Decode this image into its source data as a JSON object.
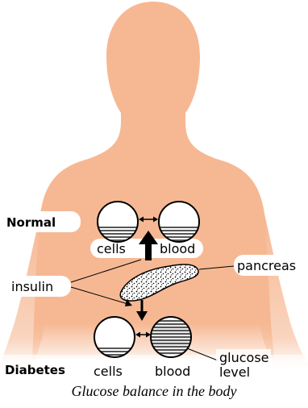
{
  "labels": {
    "normal": "Normal",
    "diabetes": "Diabetes",
    "cells_top": "cells",
    "blood_top": "blood",
    "cells_bottom": "cells",
    "blood_bottom": "blood",
    "insulin": "insulin",
    "pancreas": "pancreas",
    "glucose": "glucose",
    "level": "level"
  },
  "caption": "Glucose balance in the body",
  "colors": {
    "skin": "#f6b893",
    "outline": "#000000",
    "glucose_lines": "#555555",
    "container_bg": "#ffffff"
  }
}
